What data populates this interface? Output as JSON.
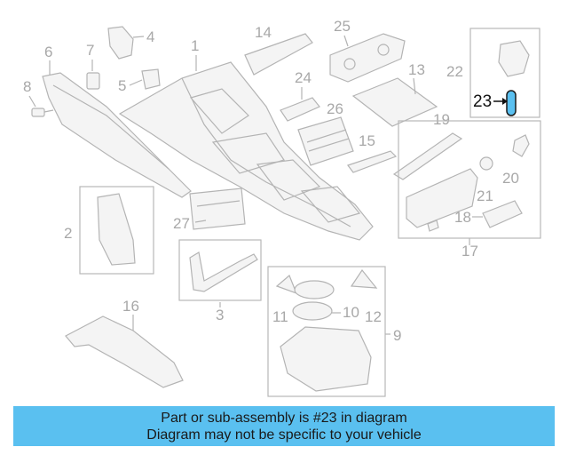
{
  "callouts": {
    "c1": "1",
    "c2": "2",
    "c3": "3",
    "c4": "4",
    "c5": "5",
    "c6": "6",
    "c7": "7",
    "c8": "8",
    "c9": "9",
    "c10": "10",
    "c11": "11",
    "c12": "12",
    "c13": "13",
    "c14": "14",
    "c15": "15",
    "c16": "16",
    "c17": "17",
    "c18": "18",
    "c19": "19",
    "c20": "20",
    "c21": "21",
    "c22": "22",
    "c23": "23",
    "c24": "24",
    "c25": "25",
    "c26": "26",
    "c27": "27"
  },
  "highlighted_part": "23",
  "colors": {
    "banner": "#5ac0f0",
    "highlight": "#5ac0f0",
    "callout": "#a8a8a8",
    "highlight_text": "#111111"
  },
  "banner": {
    "line1": "Part or sub-assembly is #23 in diagram",
    "line2": "Diagram may not be specific to your vehicle"
  }
}
